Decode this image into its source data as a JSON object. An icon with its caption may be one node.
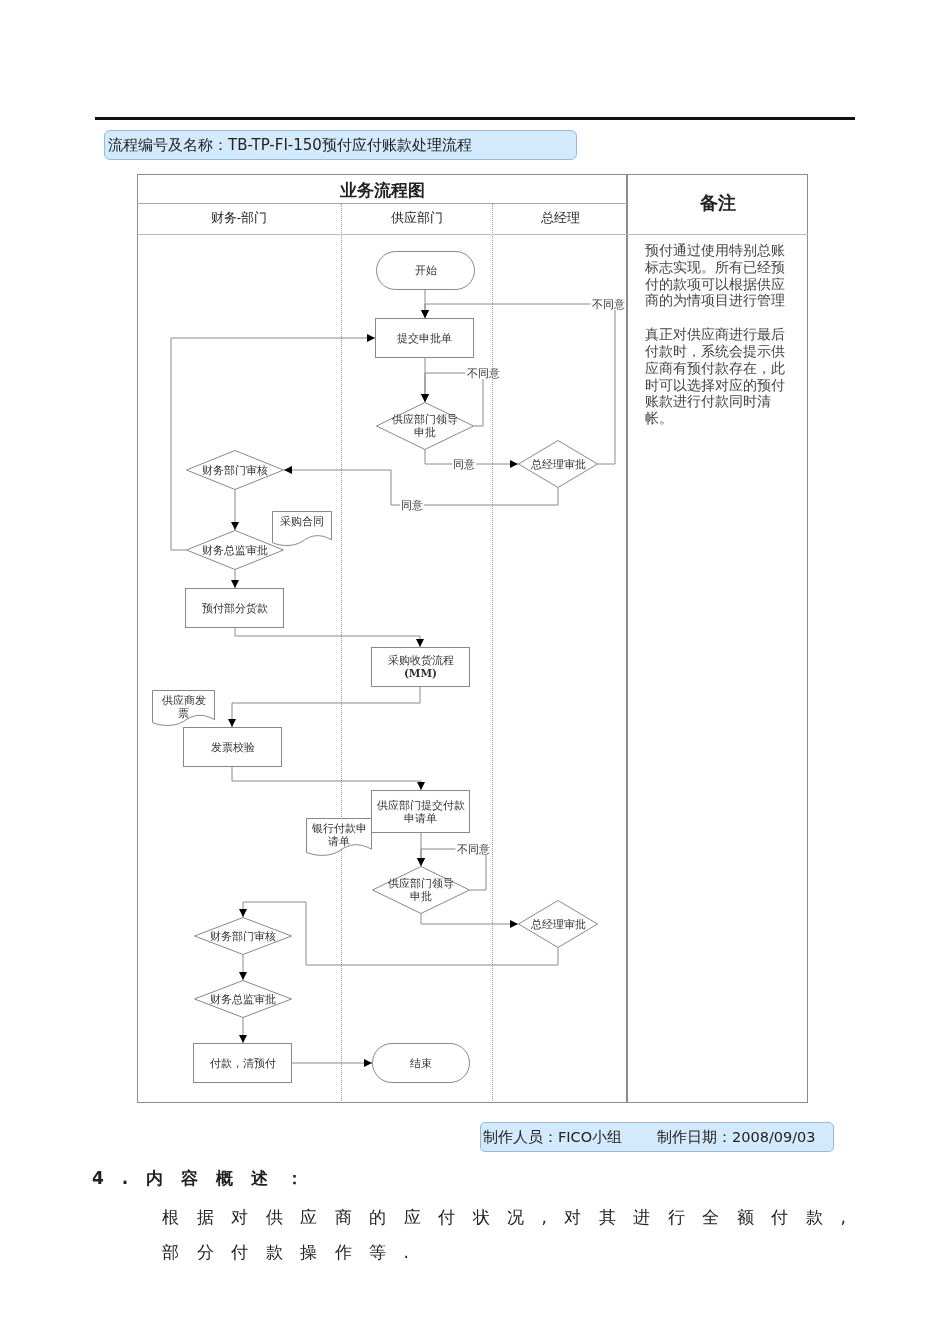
{
  "diagram": {
    "title": "流程编号及名称：TB-TP-FI-150预付应付账款处理流程",
    "nodes": [
      {
        "text": [
          "业务流程图"
        ]
      },
      {
        "text": [
          "财务-部门"
        ],
        "in": 0
      },
      {
        "text": [
          "供应部门"
        ],
        "in": 0
      },
      {
        "text": [
          "总经理"
        ],
        "in": 0
      },
      {
        "text": [
          "备注",
          "预付通过使用特别总账标志实现。所有已经预付的款项可以根据供应商的为情项目进行管理",
          "真正对供应商进行最后付款时，系统会提示供应商有预付款存在，此时可以选择对应的预付账款进行付款同时清帐。"
        ]
      },
      {
        "text": [
          "开始"
        ],
        "in": 2
      },
      {
        "text": [
          "提交申批单"
        ],
        "in": 2
      },
      {
        "text": [
          "供应部门领导申批"
        ],
        "in": 2
      },
      {
        "text": [
          "总经理审批"
        ],
        "in": 3
      },
      {
        "text": [
          "财务部门审核"
        ],
        "in": 1
      },
      {
        "text": [
          "采购合同"
        ],
        "in": 1
      },
      {
        "text": [
          "财务总监审批"
        ],
        "in": 1
      },
      {
        "text": [
          "预付部分货款"
        ],
        "in": 1
      },
      {
        "text": [
          "采购收货流程**(MM)**"
        ],
        "in": 2
      },
      {
        "text": [
          "供应商发票"
        ],
        "in": 1
      },
      {
        "text": [
          "发票校验"
        ],
        "in": 1
      },
      {
        "text": [
          "供应部门提交付款申请单"
        ],
        "in": 2
      },
      {
        "text": [
          "银行付款申请单"
        ],
        "in": 0
      },
      {
        "text": [
          "供应部门领导申批"
        ],
        "in": 2
      },
      {
        "text": [
          "总经理审批"
        ],
        "in": 3
      },
      {
        "text": [
          "财务部门审核"
        ],
        "in": 1
      },
      {
        "text": [
          "财务总监审批"
        ],
        "in": 1
      },
      {
        "text": [
          "付款，清预付"
        ],
        "in": 1
      },
      {
        "text": [
          "结束"
        ],
        "in": 2
      },
      {
        "text": [
          "制作人员：FICO小组",
          "制作日期：2008/09/03"
        ]
      }
    ],
    "edges": [
      {
        "from": 5,
        "to": 6,
        "arrow": "to"
      },
      {
        "from": 8,
        "to": 6,
        "arrow": "to",
        "label": "不同意"
      },
      {
        "from": 6,
        "to": 7,
        "arrow": "to"
      },
      {
        "from": 7,
        "to": 7,
        "arrow": "to",
        "label": "不同意"
      },
      {
        "from": 7,
        "to": 8,
        "arrow": "to",
        "label": "同意"
      },
      {
        "from": 8,
        "to": 9,
        "arrow": "to",
        "label": "同意"
      },
      {
        "from": 9,
        "to": 11,
        "arrow": "to"
      },
      {
        "from": 11,
        "to": 6,
        "arrow": "to"
      },
      {
        "from": 11,
        "to": 12,
        "arrow": "to"
      },
      {
        "from": 12,
        "to": 13,
        "arrow": "to"
      },
      {
        "from": 13,
        "to": 15,
        "arrow": "to"
      },
      {
        "from": 15,
        "to": 16,
        "arrow": "to"
      },
      {
        "from": 16,
        "to": 18,
        "arrow": "to"
      },
      {
        "from": 18,
        "to": 18,
        "arrow": "to",
        "label": "不同意"
      },
      {
        "from": 18,
        "to": 19,
        "arrow": "to"
      },
      {
        "from": 19,
        "to": 20,
        "arrow": "to"
      },
      {
        "from": 20,
        "to": 21,
        "arrow": "to"
      },
      {
        "from": 21,
        "to": 22,
        "arrow": "to"
      },
      {
        "from": 22,
        "to": 23,
        "arrow": "to"
      }
    ],
    "labels": [
      "4.内容概述：",
      "根据对供应商的应付状况,对其进行全额付款,部分付款操作等."
    ]
  }
}
